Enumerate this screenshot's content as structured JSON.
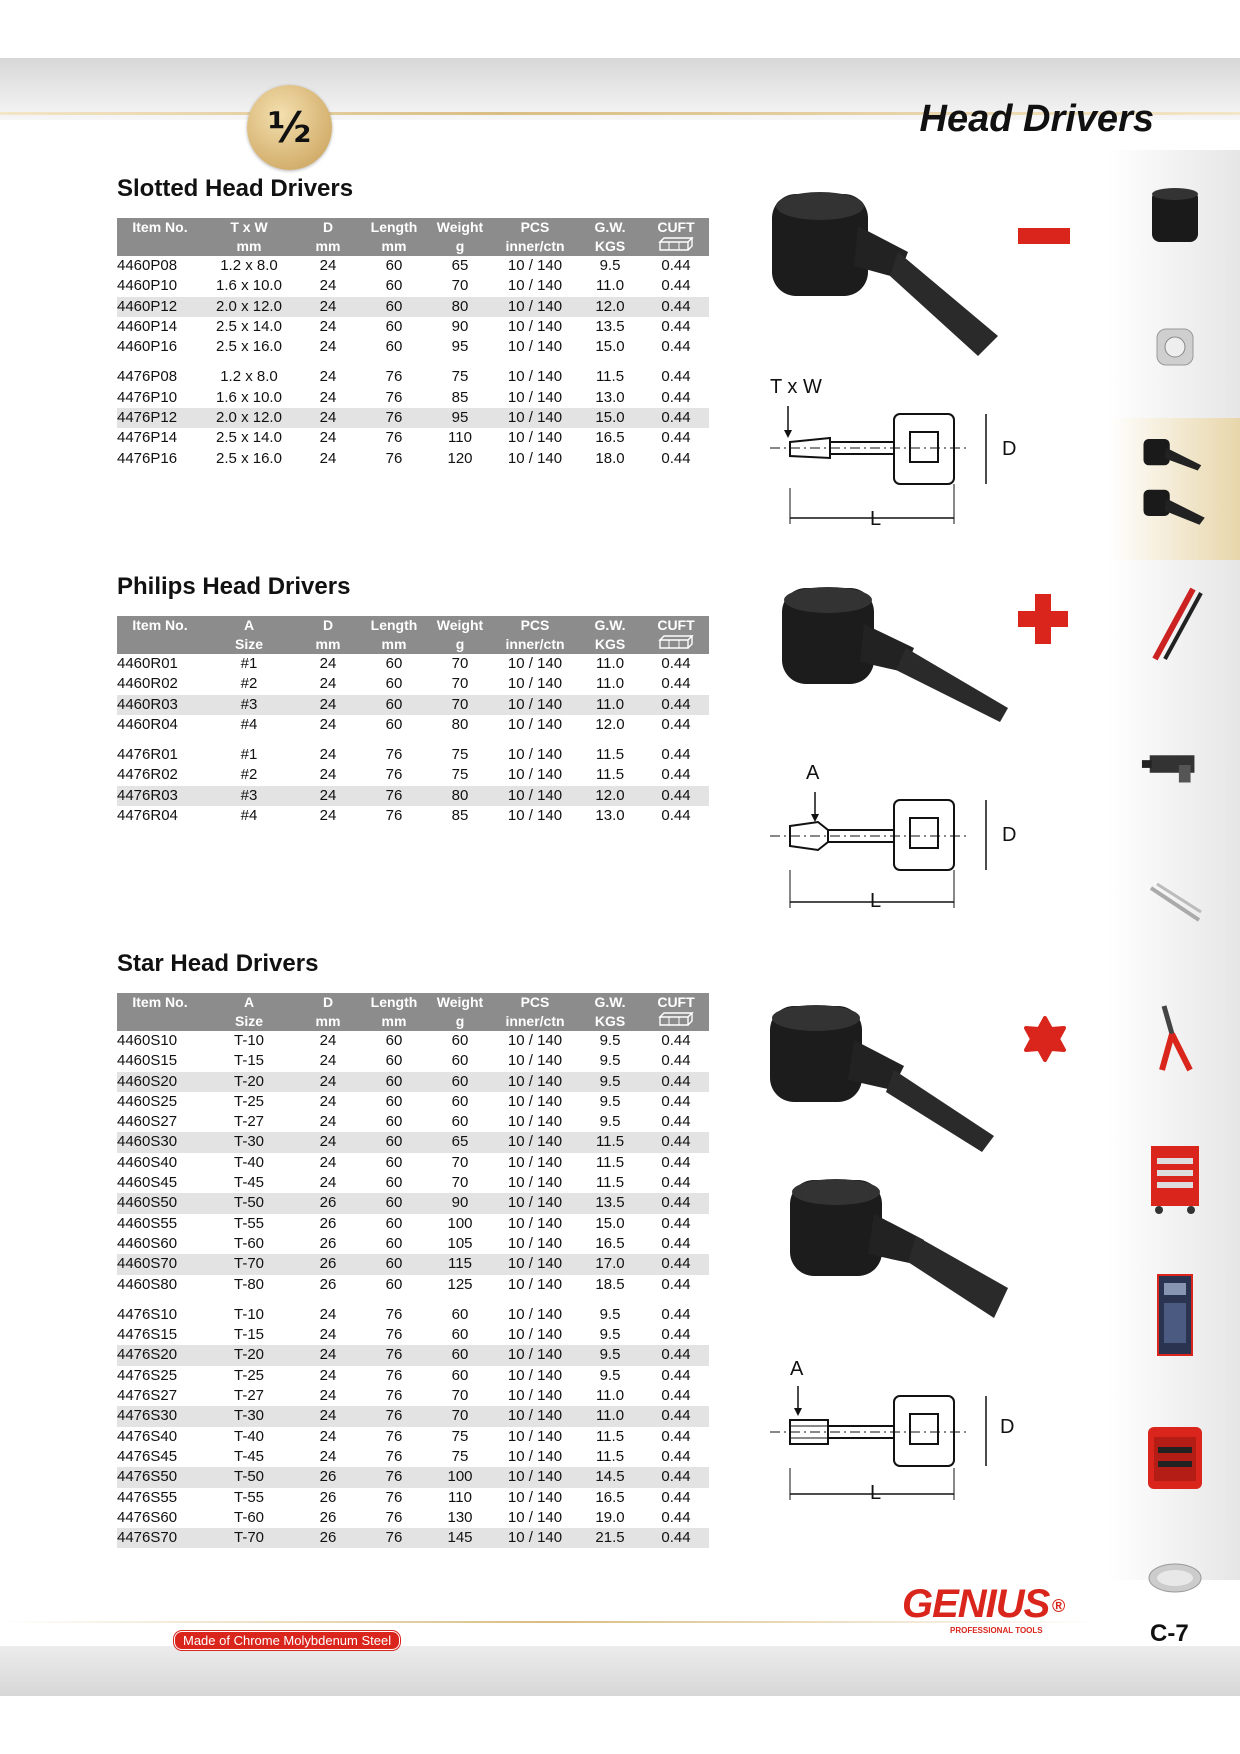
{
  "header": {
    "fraction": "½",
    "title": "Head Drivers"
  },
  "slotted": {
    "title": "Slotted Head Drivers",
    "headers": [
      [
        "Item No.",
        ""
      ],
      [
        "T x W",
        "mm"
      ],
      [
        "D",
        "mm"
      ],
      [
        "Length",
        "mm"
      ],
      [
        "Weight",
        "g"
      ],
      [
        "PCS",
        "inner/ctn"
      ],
      [
        "G.W.",
        "KGS"
      ],
      [
        "CUFT",
        ""
      ]
    ],
    "rows": [
      [
        "4460P08",
        "1.2 x 8.0",
        "24",
        "60",
        "65",
        "10 / 140",
        "9.5",
        "0.44"
      ],
      [
        "4460P10",
        "1.6 x 10.0",
        "24",
        "60",
        "70",
        "10 / 140",
        "11.0",
        "0.44"
      ],
      [
        "4460P12",
        "2.0 x 12.0",
        "24",
        "60",
        "80",
        "10 / 140",
        "12.0",
        "0.44"
      ],
      [
        "4460P14",
        "2.5 x 14.0",
        "24",
        "60",
        "90",
        "10 / 140",
        "13.5",
        "0.44"
      ],
      [
        "4460P16",
        "2.5 x 16.0",
        "24",
        "60",
        "95",
        "10 / 140",
        "15.0",
        "0.44"
      ],
      null,
      [
        "4476P08",
        "1.2 x 8.0",
        "24",
        "76",
        "75",
        "10 / 140",
        "11.5",
        "0.44"
      ],
      [
        "4476P10",
        "1.6 x 10.0",
        "24",
        "76",
        "85",
        "10 / 140",
        "13.0",
        "0.44"
      ],
      [
        "4476P12",
        "2.0 x 12.0",
        "24",
        "76",
        "95",
        "10 / 140",
        "15.0",
        "0.44"
      ],
      [
        "4476P14",
        "2.5 x 14.0",
        "24",
        "76",
        "110",
        "10 / 140",
        "16.5",
        "0.44"
      ],
      [
        "4476P16",
        "2.5 x 16.0",
        "24",
        "76",
        "120",
        "10 / 140",
        "18.0",
        "0.44"
      ]
    ],
    "shaded": [
      2,
      8
    ],
    "diagram_labels": {
      "top": "T x W",
      "d": "D",
      "l": "L"
    }
  },
  "philips": {
    "title": "Philips Head Drivers",
    "headers": [
      [
        "Item No.",
        ""
      ],
      [
        "A",
        "Size"
      ],
      [
        "D",
        "mm"
      ],
      [
        "Length",
        "mm"
      ],
      [
        "Weight",
        "g"
      ],
      [
        "PCS",
        "inner/ctn"
      ],
      [
        "G.W.",
        "KGS"
      ],
      [
        "CUFT",
        ""
      ]
    ],
    "rows": [
      [
        "4460R01",
        "#1",
        "24",
        "60",
        "70",
        "10 / 140",
        "11.0",
        "0.44"
      ],
      [
        "4460R02",
        "#2",
        "24",
        "60",
        "70",
        "10 / 140",
        "11.0",
        "0.44"
      ],
      [
        "4460R03",
        "#3",
        "24",
        "60",
        "70",
        "10 / 140",
        "11.0",
        "0.44"
      ],
      [
        "4460R04",
        "#4",
        "24",
        "60",
        "80",
        "10 / 140",
        "12.0",
        "0.44"
      ],
      null,
      [
        "4476R01",
        "#1",
        "24",
        "76",
        "75",
        "10 / 140",
        "11.5",
        "0.44"
      ],
      [
        "4476R02",
        "#2",
        "24",
        "76",
        "75",
        "10 / 140",
        "11.5",
        "0.44"
      ],
      [
        "4476R03",
        "#3",
        "24",
        "76",
        "80",
        "10 / 140",
        "12.0",
        "0.44"
      ],
      [
        "4476R04",
        "#4",
        "24",
        "76",
        "85",
        "10 / 140",
        "13.0",
        "0.44"
      ]
    ],
    "shaded": [
      2,
      7
    ],
    "diagram_labels": {
      "top": "A",
      "d": "D",
      "l": "L"
    }
  },
  "star": {
    "title": "Star Head Drivers",
    "headers": [
      [
        "Item No.",
        ""
      ],
      [
        "A",
        "Size"
      ],
      [
        "D",
        "mm"
      ],
      [
        "Length",
        "mm"
      ],
      [
        "Weight",
        "g"
      ],
      [
        "PCS",
        "inner/ctn"
      ],
      [
        "G.W.",
        "KGS"
      ],
      [
        "CUFT",
        ""
      ]
    ],
    "rows": [
      [
        "4460S10",
        "T-10",
        "24",
        "60",
        "60",
        "10 / 140",
        "9.5",
        "0.44"
      ],
      [
        "4460S15",
        "T-15",
        "24",
        "60",
        "60",
        "10 / 140",
        "9.5",
        "0.44"
      ],
      [
        "4460S20",
        "T-20",
        "24",
        "60",
        "60",
        "10 / 140",
        "9.5",
        "0.44"
      ],
      [
        "4460S25",
        "T-25",
        "24",
        "60",
        "60",
        "10 / 140",
        "9.5",
        "0.44"
      ],
      [
        "4460S27",
        "T-27",
        "24",
        "60",
        "60",
        "10 / 140",
        "9.5",
        "0.44"
      ],
      [
        "4460S30",
        "T-30",
        "24",
        "60",
        "65",
        "10 / 140",
        "11.5",
        "0.44"
      ],
      [
        "4460S40",
        "T-40",
        "24",
        "60",
        "70",
        "10 / 140",
        "11.5",
        "0.44"
      ],
      [
        "4460S45",
        "T-45",
        "24",
        "60",
        "70",
        "10 / 140",
        "11.5",
        "0.44"
      ],
      [
        "4460S50",
        "T-50",
        "26",
        "60",
        "90",
        "10 / 140",
        "13.5",
        "0.44"
      ],
      [
        "4460S55",
        "T-55",
        "26",
        "60",
        "100",
        "10 / 140",
        "15.0",
        "0.44"
      ],
      [
        "4460S60",
        "T-60",
        "26",
        "60",
        "105",
        "10 / 140",
        "16.5",
        "0.44"
      ],
      [
        "4460S70",
        "T-70",
        "26",
        "60",
        "115",
        "10 / 140",
        "17.0",
        "0.44"
      ],
      [
        "4460S80",
        "T-80",
        "26",
        "60",
        "125",
        "10 / 140",
        "18.5",
        "0.44"
      ],
      null,
      [
        "4476S10",
        "T-10",
        "24",
        "76",
        "60",
        "10 / 140",
        "9.5",
        "0.44"
      ],
      [
        "4476S15",
        "T-15",
        "24",
        "76",
        "60",
        "10 / 140",
        "9.5",
        "0.44"
      ],
      [
        "4476S20",
        "T-20",
        "24",
        "76",
        "60",
        "10 / 140",
        "9.5",
        "0.44"
      ],
      [
        "4476S25",
        "T-25",
        "24",
        "76",
        "60",
        "10 / 140",
        "9.5",
        "0.44"
      ],
      [
        "4476S27",
        "T-27",
        "24",
        "76",
        "70",
        "10 / 140",
        "11.0",
        "0.44"
      ],
      [
        "4476S30",
        "T-30",
        "24",
        "76",
        "70",
        "10 / 140",
        "11.0",
        "0.44"
      ],
      [
        "4476S40",
        "T-40",
        "24",
        "76",
        "75",
        "10 / 140",
        "11.5",
        "0.44"
      ],
      [
        "4476S45",
        "T-45",
        "24",
        "76",
        "75",
        "10 / 140",
        "11.5",
        "0.44"
      ],
      [
        "4476S50",
        "T-50",
        "26",
        "76",
        "100",
        "10 / 140",
        "14.5",
        "0.44"
      ],
      [
        "4476S55",
        "T-55",
        "26",
        "76",
        "110",
        "10 / 140",
        "16.5",
        "0.44"
      ],
      [
        "4476S60",
        "T-60",
        "26",
        "76",
        "130",
        "10 / 140",
        "19.0",
        "0.44"
      ],
      [
        "4476S70",
        "T-70",
        "26",
        "76",
        "145",
        "10 / 140",
        "21.5",
        "0.44"
      ]
    ],
    "shaded": [
      2,
      5,
      8,
      11,
      16,
      19,
      22,
      25
    ],
    "diagram_labels": {
      "top": "A",
      "d": "D",
      "l": "L"
    }
  },
  "footer": {
    "material": "Made of Chrome Molybdenum Steel",
    "brand": "GENIUS",
    "brand_registered": "®",
    "brand_sub": "PROFESSIONAL TOOLS",
    "page_number": "C-7"
  },
  "colors": {
    "accent_red": "#d9251c",
    "header_gray": "#8c8c8c",
    "shade": "#e3e3e3",
    "gold": "#d9bd83"
  },
  "sidebar_icons": [
    "impact-socket-icon",
    "chrome-socket-icon",
    "head-driver-icon",
    "screwdriver-icon",
    "air-tool-icon",
    "wrench-icon",
    "plier-icon",
    "tool-cabinet-icon",
    "tool-board-icon",
    "tool-set-case-icon",
    "magnetic-tray-icon"
  ]
}
